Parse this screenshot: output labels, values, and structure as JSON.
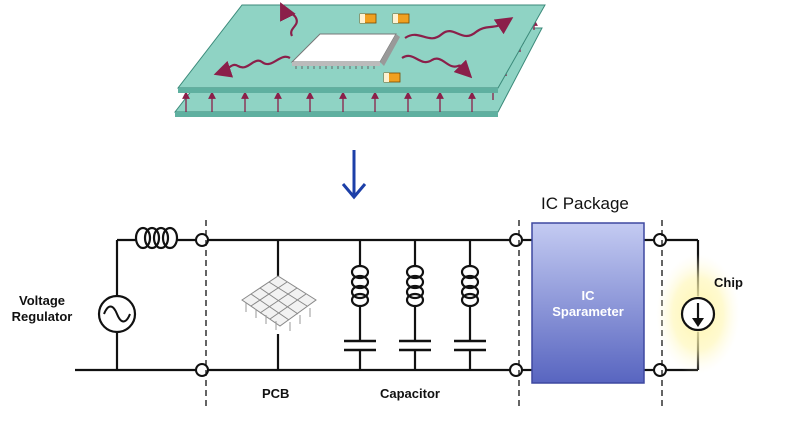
{
  "labels": {
    "voltage_regulator_line1": "Voltage",
    "voltage_regulator_line2": "Regulator",
    "pcb": "PCB",
    "capacitor": "Capacitor",
    "ic_package": "IC Package",
    "ic_line1": "IC",
    "ic_line2": "Sparameter",
    "chip": "Chip"
  },
  "colors": {
    "board": "#8fd3c4",
    "board_edge": "#3b8a7a",
    "wave": "#8b1f4a",
    "arrow_down": "#1c3fa8",
    "wire": "#111111",
    "ic_box_top": "#b9c2ee",
    "ic_box_bottom": "#5a66c2",
    "chip_glow": "#fff3a8",
    "component_orange": "#f0a020"
  }
}
